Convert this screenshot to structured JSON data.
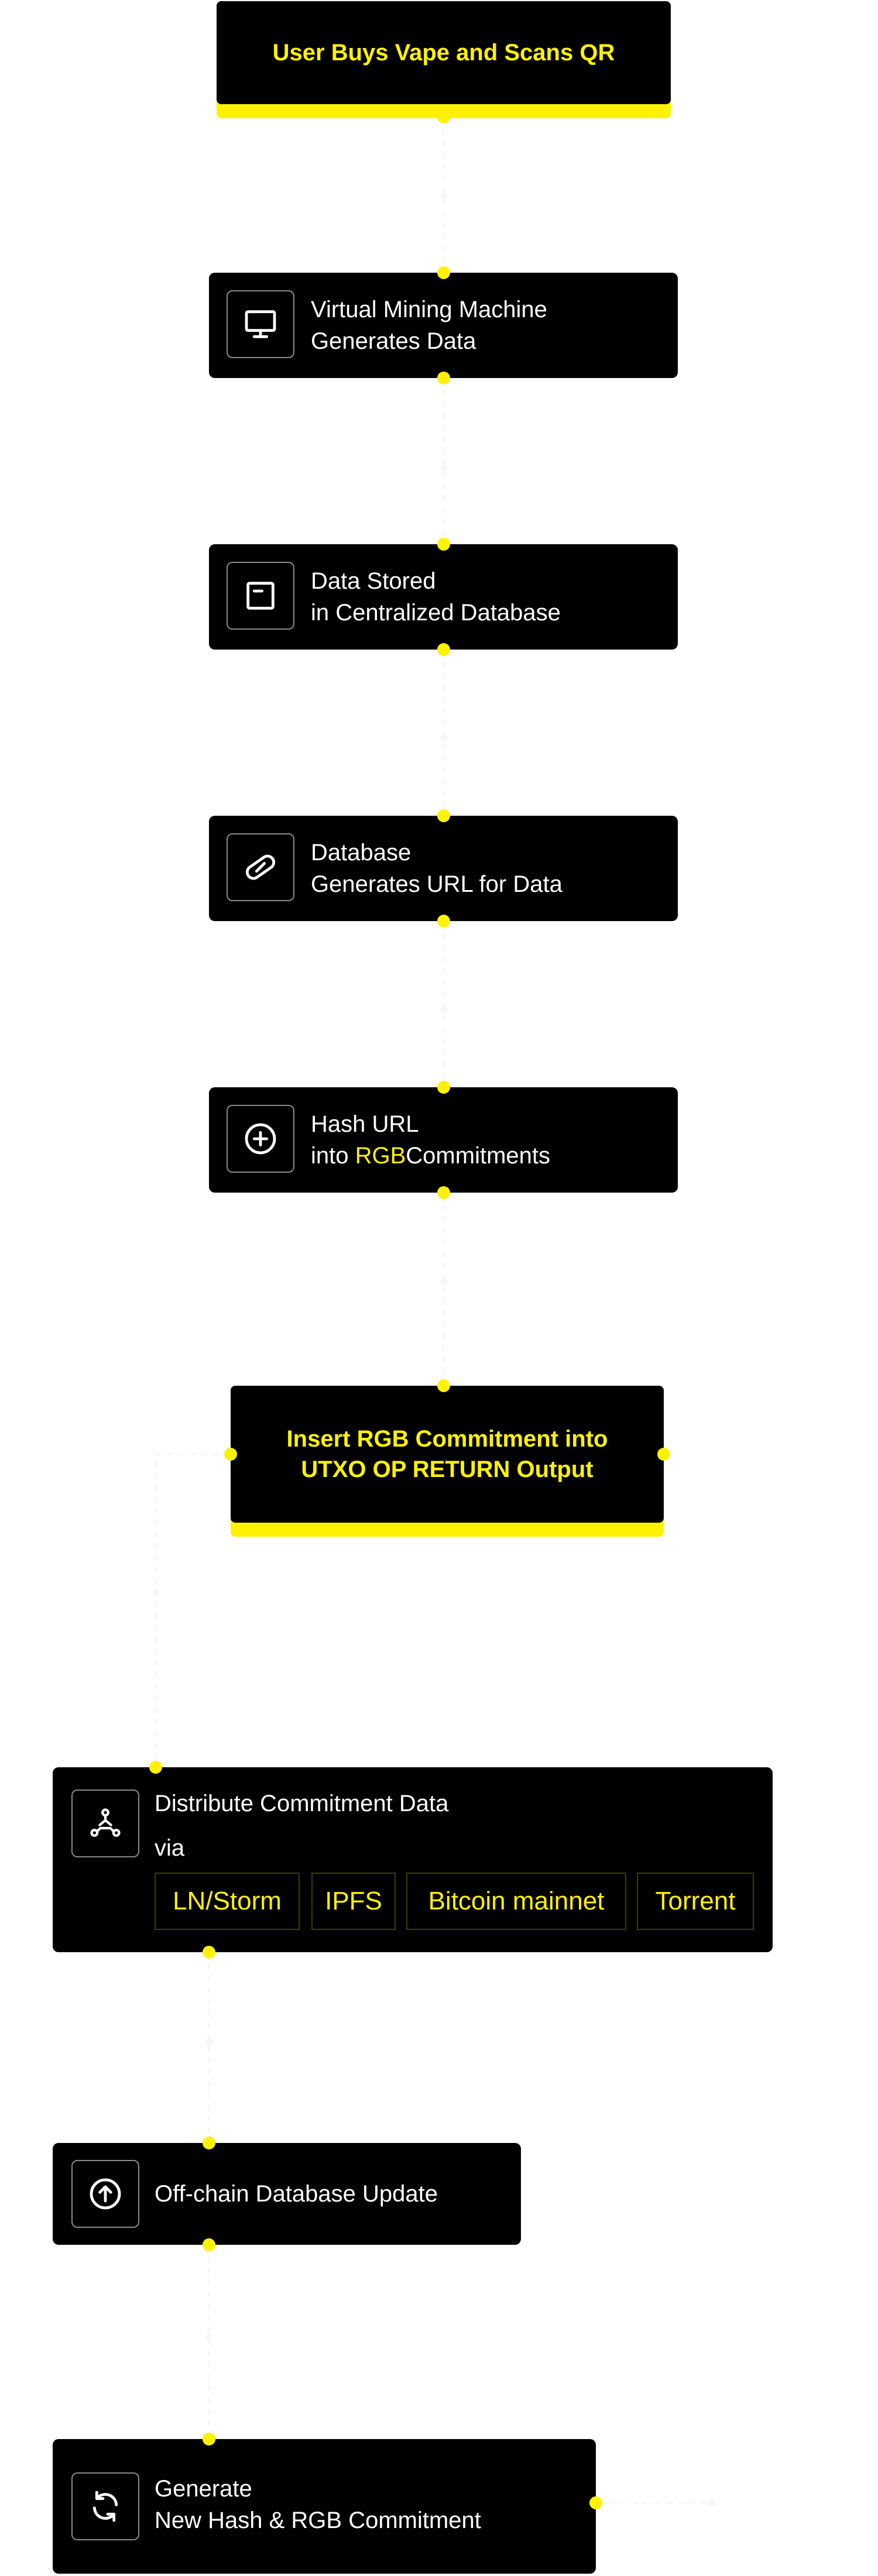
{
  "colors": {
    "accent": "#FFF200",
    "node_bg": "#000000",
    "background": "#FFFFFF"
  },
  "steps": {
    "s1": {
      "label": "User Buys Vape and Scans QR"
    },
    "s2": {
      "line1": "Virtual Mining Machine",
      "line2": "Generates Data",
      "icon": "monitor-icon"
    },
    "s3": {
      "line1": "Data Stored",
      "line2": "in Centralized Database",
      "icon": "database-square-icon"
    },
    "s4": {
      "line1": "Database",
      "line2": "Generates URL for Data",
      "icon": "link-icon"
    },
    "s5": {
      "line1": "Hash URL",
      "line2_prefix": "into ",
      "line2_accent": "RGB",
      "line2_suffix": "Commitments",
      "icon": "plus-circle-icon"
    },
    "s6": {
      "line1": "Insert RGB Commitment into",
      "line2": "UTXO OP RETURN Output"
    },
    "s7": {
      "line1": "Distribute Commitment Data",
      "line2": "via",
      "icon": "network-nodes-icon",
      "chips": [
        "LN/Storm",
        "IPFS",
        "Bitcoin mainnet",
        "Torrent"
      ]
    },
    "s8": {
      "line1": "Off-chain Database Update",
      "icon": "upload-circle-icon"
    },
    "s9": {
      "line1": "Generate",
      "line2": "New Hash & RGB Commitment",
      "icon": "refresh-icon"
    }
  }
}
